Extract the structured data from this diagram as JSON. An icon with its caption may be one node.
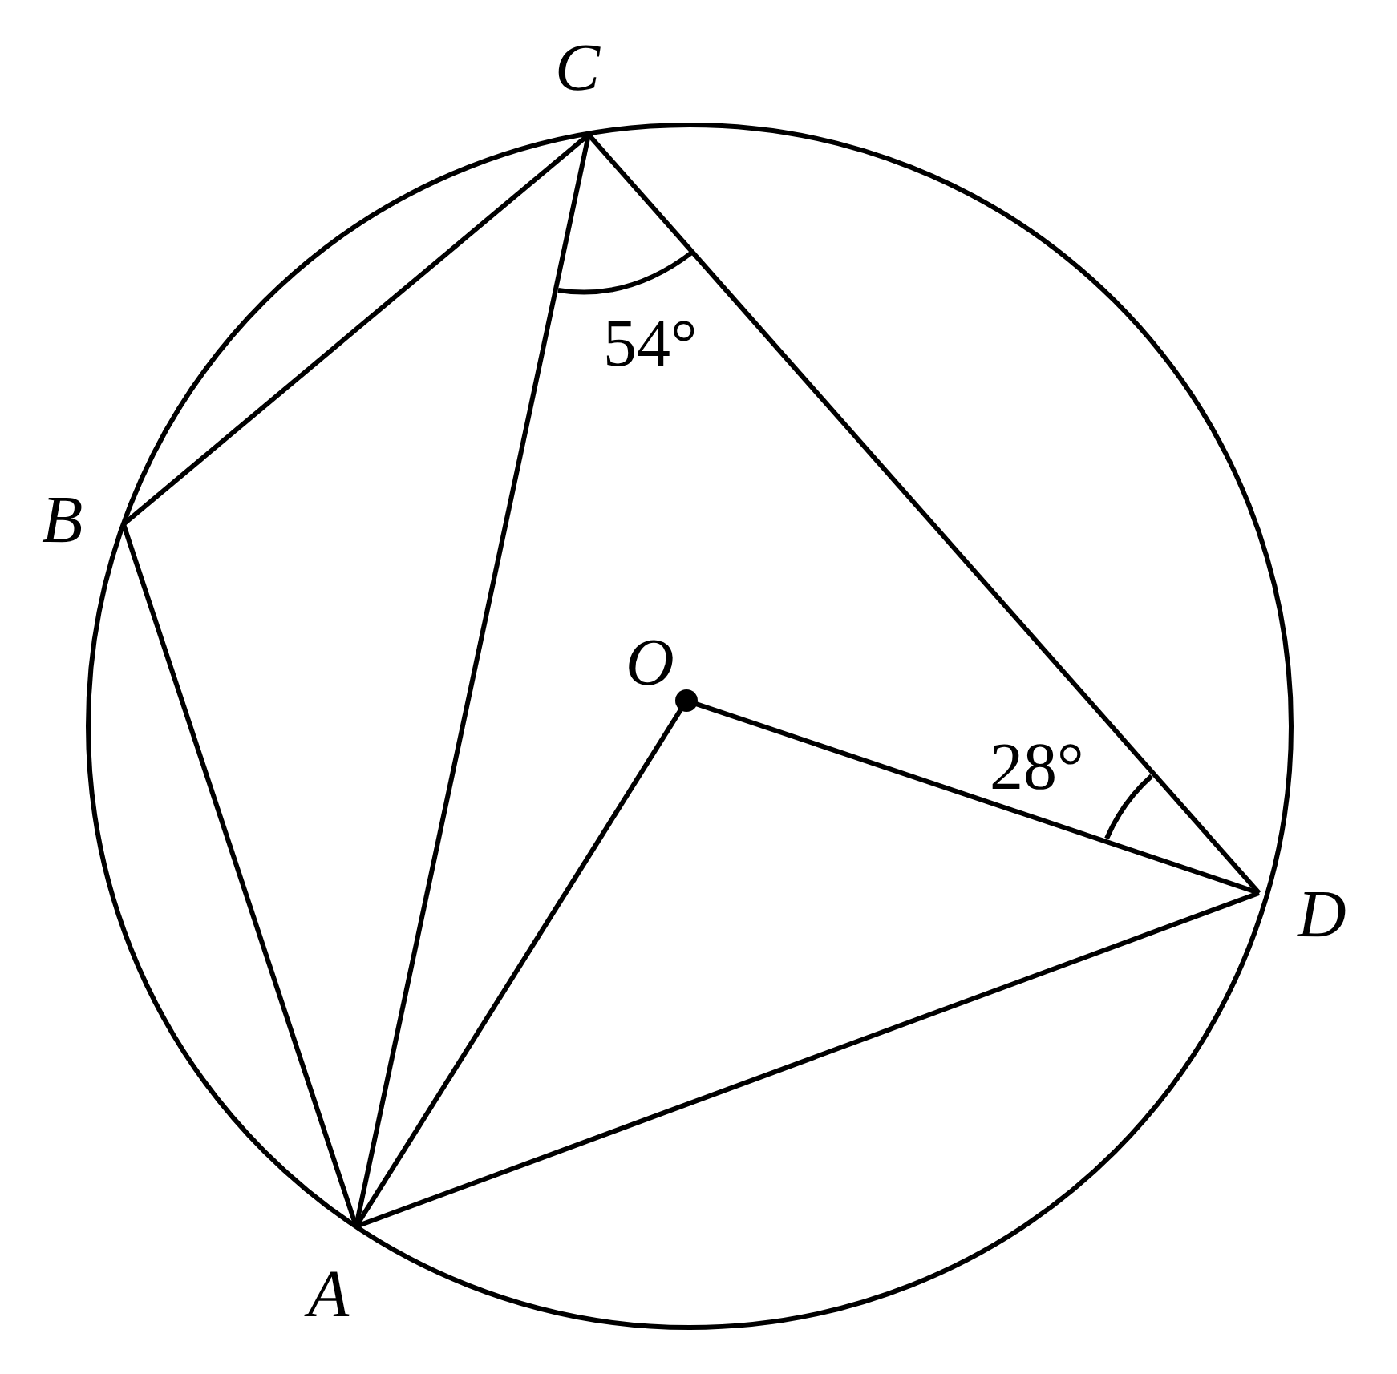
{
  "diagram": {
    "nodes": [
      {
        "text": [
          "C"
        ]
      },
      {
        "text": [
          "B"
        ]
      },
      {
        "text": [
          "O"
        ]
      },
      {
        "text": [
          "D"
        ]
      },
      {
        "text": [
          "A"
        ]
      }
    ],
    "edges": [
      {
        "from": 0,
        "to": 1,
        "arrow": "none"
      },
      {
        "from": 0,
        "to": 4,
        "arrow": "none"
      },
      {
        "from": 0,
        "to": 3,
        "arrow": "none"
      },
      {
        "from": 1,
        "to": 4,
        "arrow": "none"
      },
      {
        "from": 2,
        "to": 4,
        "arrow": "none"
      },
      {
        "from": 2,
        "to": 3,
        "arrow": "none"
      },
      {
        "from": 4,
        "to": 3,
        "arrow": "none"
      }
    ],
    "labels": [
      "54°",
      "28°"
    ]
  }
}
